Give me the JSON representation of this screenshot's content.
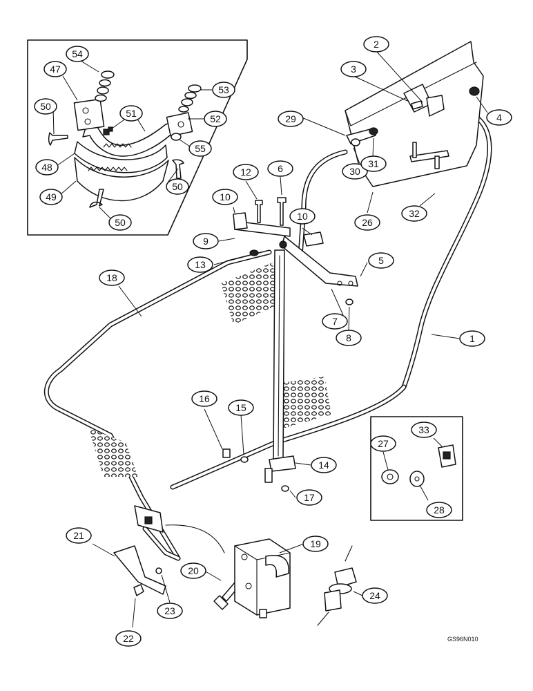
{
  "figure_code": "GS96N010",
  "callouts": {
    "c1": "1",
    "c2": "2",
    "c3": "3",
    "c4": "4",
    "c5": "5",
    "c6": "6",
    "c7": "7",
    "c8": "8",
    "c9": "9",
    "c10a": "10",
    "c10b": "10",
    "c12": "12",
    "c13": "13",
    "c14": "14",
    "c15": "15",
    "c16": "16",
    "c17": "17",
    "c18": "18",
    "c19": "19",
    "c20": "20",
    "c21": "21",
    "c22": "22",
    "c23": "23",
    "c24": "24",
    "c26": "26",
    "c27": "27",
    "c28": "28",
    "c29": "29",
    "c30": "30",
    "c31": "31",
    "c32": "32",
    "c33": "33",
    "c47": "47",
    "c48": "48",
    "c49": "49",
    "c50a": "50",
    "c50b": "50",
    "c50c": "50",
    "c51": "51",
    "c52": "52",
    "c53": "53",
    "c54": "54",
    "c55": "55"
  }
}
